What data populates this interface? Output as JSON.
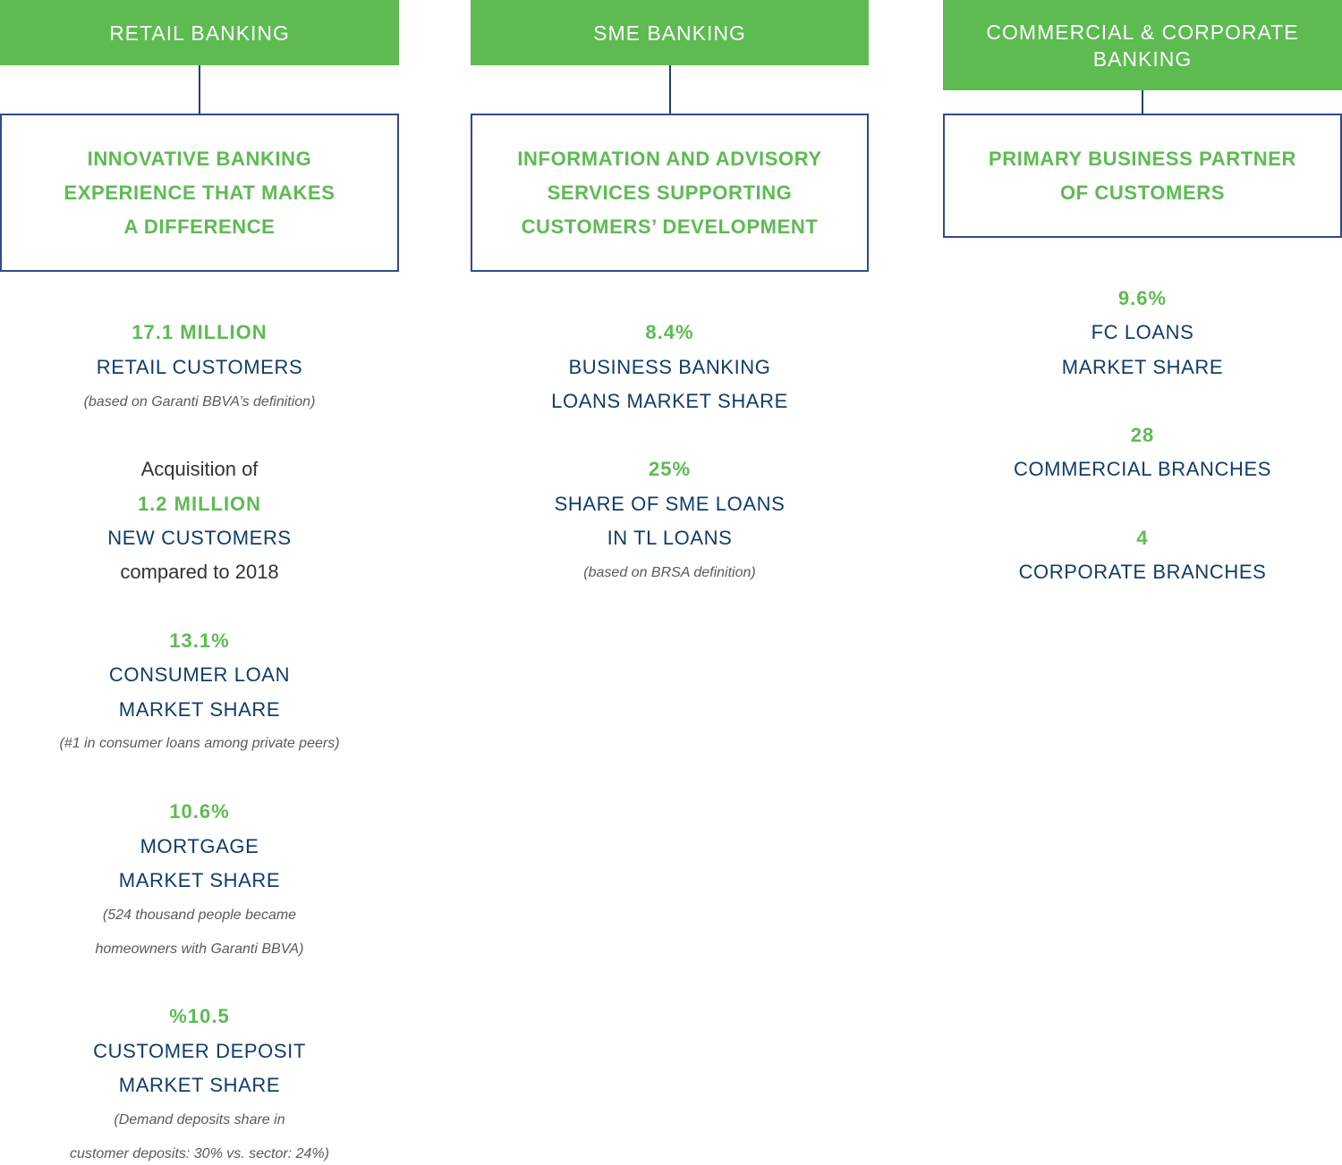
{
  "retail": {
    "header": "RETAIL BANKING",
    "mission": [
      "INNOVATIVE BANKING",
      "EXPERIENCE THAT MAKES",
      "A DIFFERENCE"
    ],
    "customers_value": "17.1 MILLION",
    "customers_label": "RETAIL CUSTOMERS",
    "customers_note": "(based on Garanti BBVA’s definition)",
    "acq_prefix": "Acquisition of",
    "acq_value": "1.2 MILLION",
    "acq_label": "NEW CUSTOMERS",
    "acq_suffix": "compared to 2018",
    "consumer_value": "13.1%",
    "consumer_label_1": "CONSUMER LOAN",
    "consumer_label_2": "MARKET SHARE",
    "consumer_note": "(#1 in consumer loans among private peers)",
    "mortgage_value": "10.6%",
    "mortgage_label_1": "MORTGAGE",
    "mortgage_label_2": "MARKET SHARE",
    "mortgage_note_1": "(524 thousand people became",
    "mortgage_note_2": "homeowners with Garanti BBVA)",
    "deposit_value": "%10.5",
    "deposit_label_1": "CUSTOMER DEPOSIT",
    "deposit_label_2": "MARKET SHARE",
    "deposit_note_1": "(Demand deposits share in",
    "deposit_note_2": "customer deposits: 30% vs. sector: 24%)"
  },
  "sme": {
    "header": "SME BANKING",
    "mission": [
      "INFORMATION AND ADVISORY",
      "SERVICES SUPPORTING",
      "CUSTOMERS’ DEVELOPMENT"
    ],
    "bb_value": "8.4%",
    "bb_label_1": "BUSINESS BANKING",
    "bb_label_2": "LOANS MARKET SHARE",
    "sme_value": "25%",
    "sme_label_1": "SHARE OF SME LOANS",
    "sme_label_2": "IN TL LOANS",
    "sme_note": "(based on BRSA definition)"
  },
  "corporate": {
    "header_1": "COMMERCIAL & CORPORATE",
    "header_2": "BANKING",
    "mission": [
      "PRIMARY BUSINESS PARTNER",
      "OF CUSTOMERS"
    ],
    "fc_value": "9.6%",
    "fc_label_1": "FC LOANS",
    "fc_label_2": "MARKET SHARE",
    "commercial_value": "28",
    "commercial_label": "COMMERCIAL BRANCHES",
    "corporate_value": "4",
    "corporate_label": "CORPORATE BRANCHES"
  }
}
